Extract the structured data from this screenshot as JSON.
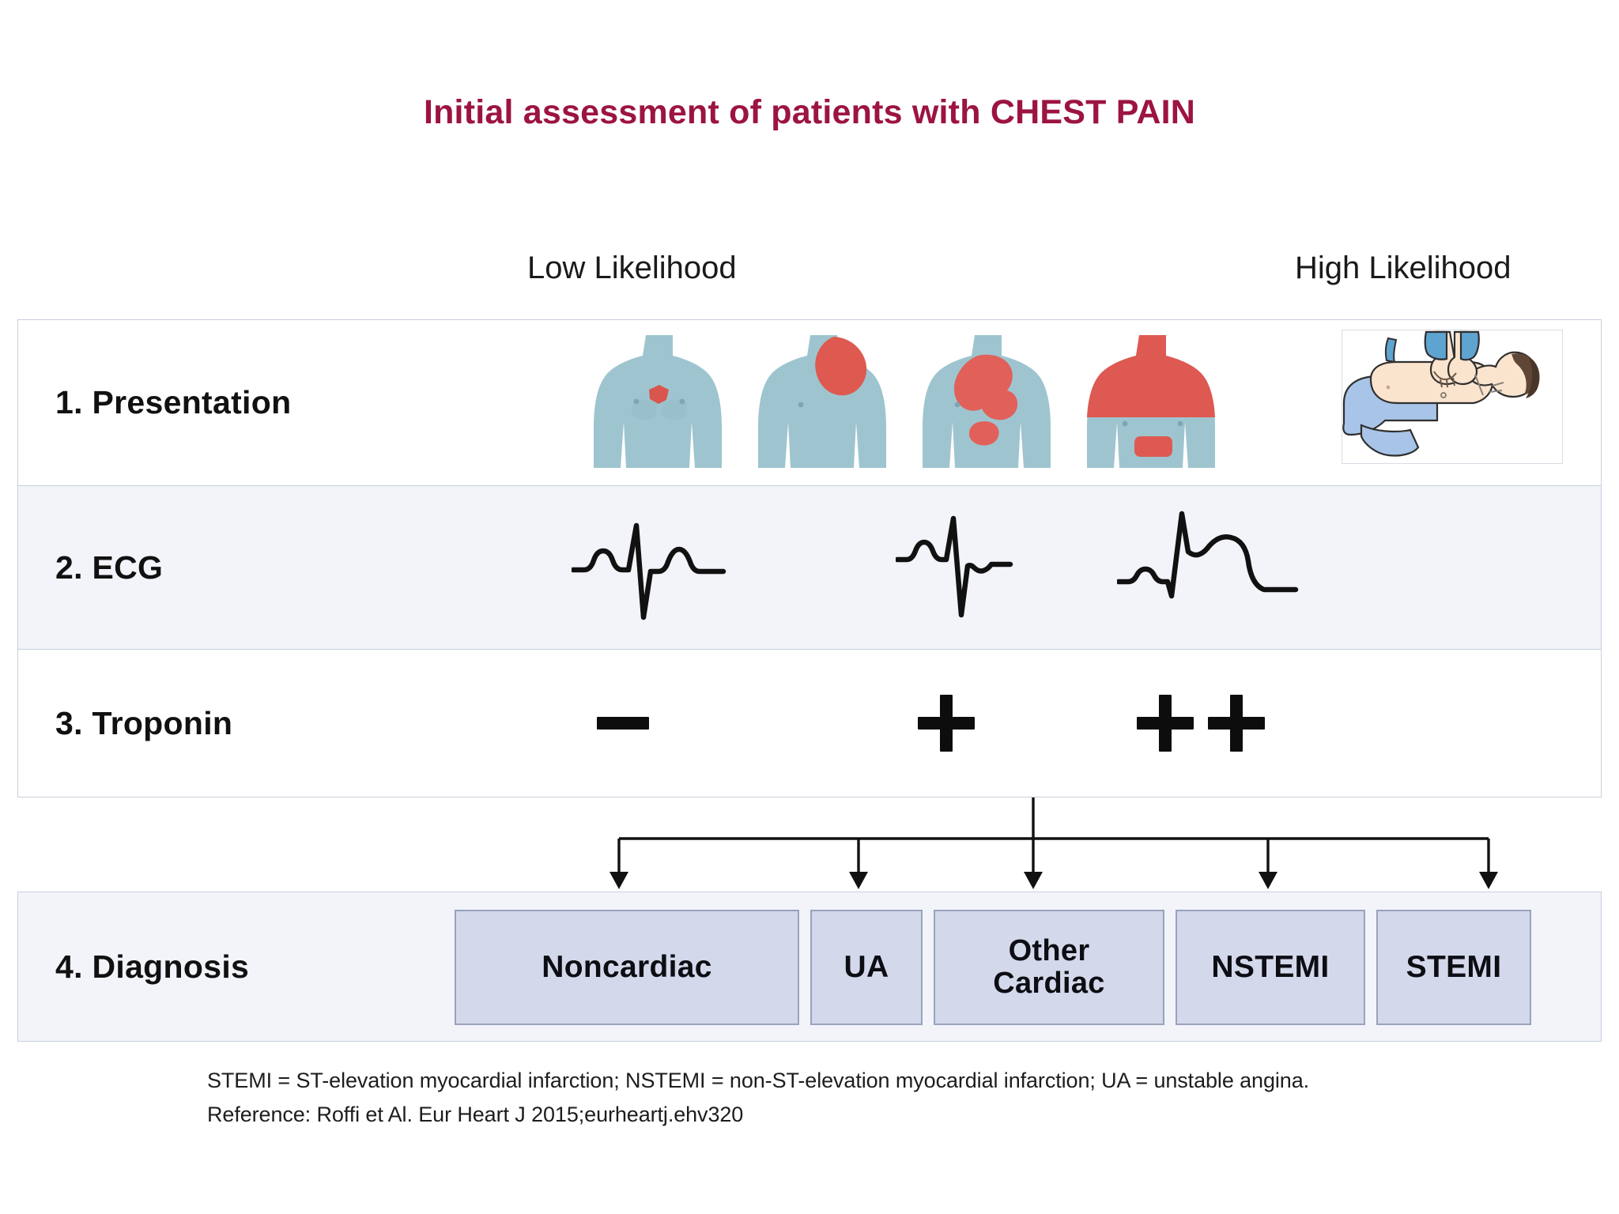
{
  "title": {
    "lead": "Initial assessment of patients with ",
    "emphasis": "CHEST PAIN",
    "color": "#9c1440"
  },
  "scale": {
    "low_label": "Low Likelihood",
    "high_label": "High Likelihood"
  },
  "rows": [
    {
      "key": "presentation",
      "label": "1. Presentation",
      "items": [
        {
          "name": "torso-pinpoint-pain",
          "description": "Small focal chest pain spot"
        },
        {
          "name": "torso-upper-chest-neck-pain",
          "description": "Pain over upper chest and neck"
        },
        {
          "name": "torso-central-radiating-pain",
          "description": "Large central chest pain radiating to epigastrium"
        },
        {
          "name": "torso-whole-chest-pain",
          "description": "Whole upper chest and epigastric pain"
        },
        {
          "name": "cpr-cardiac-arrest",
          "description": "Cardiac arrest with chest compressions"
        }
      ]
    },
    {
      "key": "ecg",
      "label": "2. ECG",
      "items": [
        {
          "name": "ecg-normal",
          "description": "Normal sinus complex"
        },
        {
          "name": "ecg-st-depression",
          "description": "ST depression / T inversion"
        },
        {
          "name": "ecg-st-elevation",
          "description": "ST elevation"
        }
      ]
    },
    {
      "key": "troponin",
      "label": "3. Troponin",
      "items": [
        {
          "name": "troponin-negative",
          "symbol": "−",
          "description": "Negative troponin"
        },
        {
          "name": "troponin-positive",
          "symbol": "+",
          "description": "Positive troponin"
        },
        {
          "name": "troponin-strongly-positive",
          "symbol": "++",
          "description": "Strongly positive troponin"
        }
      ]
    },
    {
      "key": "diagnosis",
      "label": "4. Diagnosis"
    }
  ],
  "diagnoses": [
    {
      "id": "noncardiac",
      "label": "Noncardiac"
    },
    {
      "id": "ua",
      "label": "UA"
    },
    {
      "id": "other-cardiac",
      "label_line1": "Other",
      "label_line2": "Cardiac"
    },
    {
      "id": "nstemi",
      "label": "NSTEMI"
    },
    {
      "id": "stemi",
      "label": "STEMI"
    }
  ],
  "footnotes": {
    "abbreviations": "STEMI = ST-elevation myocardial infarction; NSTEMI = non-ST-elevation myocardial infarction; UA = unstable angina.",
    "reference": "Reference: Roffi et Al. Eur Heart J 2015;eurheartj.ehv320"
  },
  "colors": {
    "title": "#9c1440",
    "torso_body": "#9ec5cf",
    "pain_region": "#e05c53",
    "box_fill": "#d3d9ea",
    "box_border": "#9aa3bb",
    "row_tint": "#f2f4fa",
    "grid_border": "#c9cfdd",
    "ecg_trace": "#111111"
  }
}
